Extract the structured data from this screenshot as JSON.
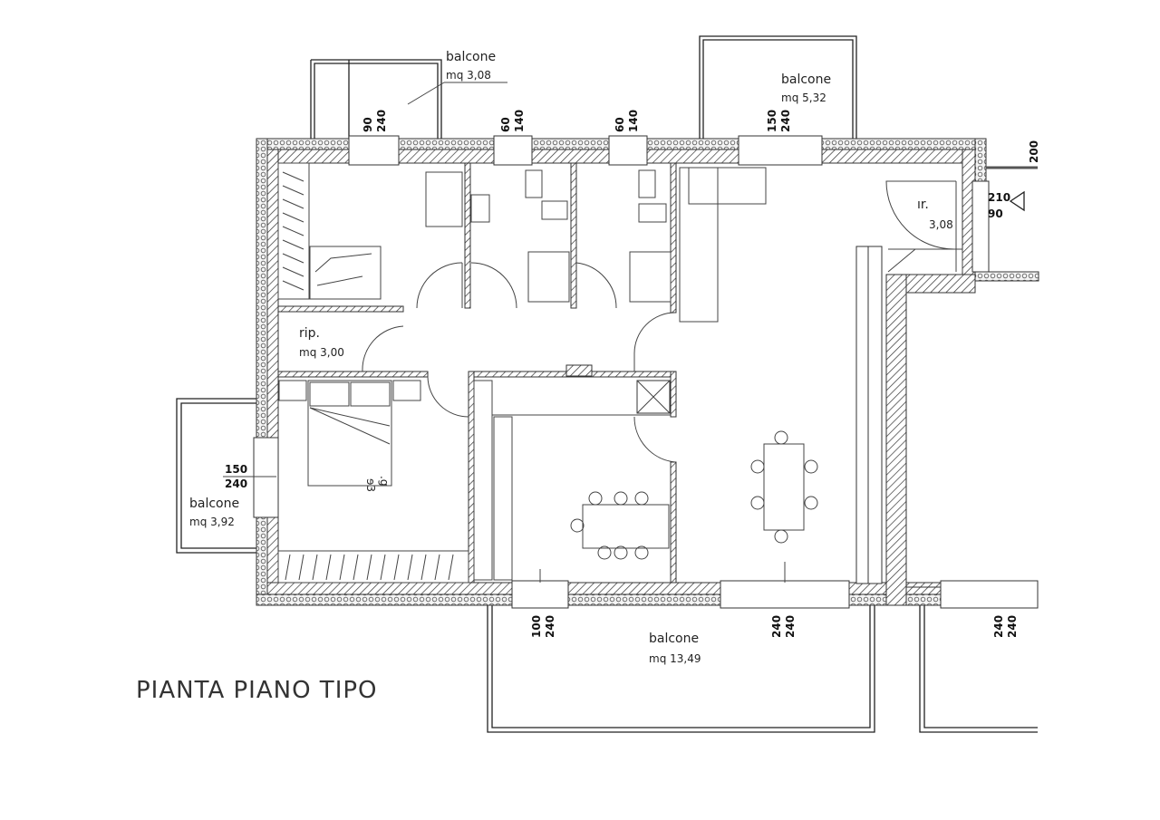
{
  "title": "PIANTA PIANO TIPO",
  "balconies": [
    {
      "label": "balcone",
      "area": "mq 3,08"
    },
    {
      "label": "balcone",
      "area": "mq 5,32"
    },
    {
      "label": "balcone",
      "area": "mq 3,92"
    },
    {
      "label": "balcone",
      "area": "mq 13,49"
    }
  ],
  "rooms": {
    "rip": {
      "label": "rip.",
      "area": "mq 3,00"
    },
    "entry": {
      "label": "ır.",
      "area": "3,08"
    }
  },
  "bed_text": [
    "ɘ3",
    ".g"
  ],
  "windows": [
    {
      "width": "90",
      "height": "240"
    },
    {
      "width": "60",
      "height": "140"
    },
    {
      "width": "60",
      "height": "140"
    },
    {
      "width": "150",
      "height": "240"
    },
    {
      "width": "150",
      "height": "240"
    },
    {
      "width": "100",
      "height": "240"
    },
    {
      "width": "240",
      "height": "240"
    },
    {
      "width": "240",
      "height": "240"
    }
  ],
  "door_entry": {
    "height": "210",
    "width": "90"
  },
  "railing_dim": "200"
}
